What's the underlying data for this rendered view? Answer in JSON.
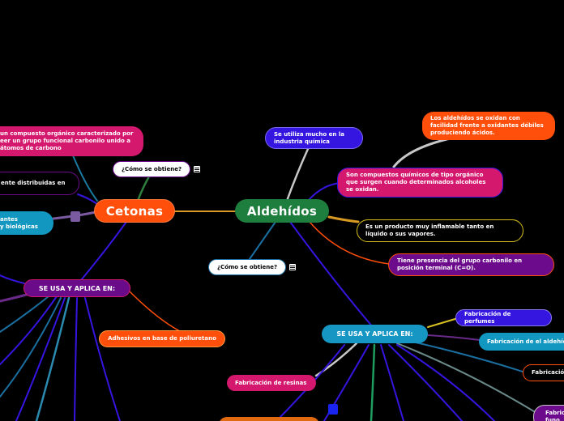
{
  "map": {
    "aldehidos": {
      "title": "Aldehídos",
      "ideas": [
        "Se utiliza mucho en la industria química",
        "Los aldehídos se oxidan con facilidad frente a oxidantes débiles produciendo ácidos.",
        "Son compuestos químicos de tipo orgánico que surgen cuando determinados alcoholes se oxidan.",
        "Es un producto muy inflamable tanto en líquido o sus vapores.",
        "Tiene presencia del grupo carbonilo en posición terminal  (C=O)."
      ],
      "como": "¿Cómo se obtiene?",
      "usa": "SE USA Y APLICA EN:",
      "usos": [
        "Fabricación de perfumes",
        "Fabricación de el aldehído",
        "Fabricació",
        "Fabric\nfuno",
        "Fabricación de resinas"
      ]
    },
    "cetonas": {
      "title": "Cetonas",
      "ideas": [
        "un compuesto orgánico caracterizado por\neer un grupo funcional carbonilo unido a\nátomos de carbono",
        "ente distribuidas en",
        "antes\ny biológicas"
      ],
      "como": "¿Cómo se obtiene?",
      "usa": "SE USA Y APLICA EN:",
      "usos": [
        "Adhesivos en base de poliuretano"
      ]
    }
  },
  "colors": {
    "background": "#000000",
    "aldehidos": "#1e7e3e",
    "cetonas": "#ff4f0a",
    "use_hub": "#1697c3",
    "cetonas_use_hub": "#6a0c8a",
    "magenta": "#d4186e",
    "orange": "#ff4f0a",
    "blue": "#3515e0",
    "purple": "#6c0c8c",
    "teal": "#1297c1"
  },
  "icons": [
    "note-icon",
    "marker-square"
  ]
}
